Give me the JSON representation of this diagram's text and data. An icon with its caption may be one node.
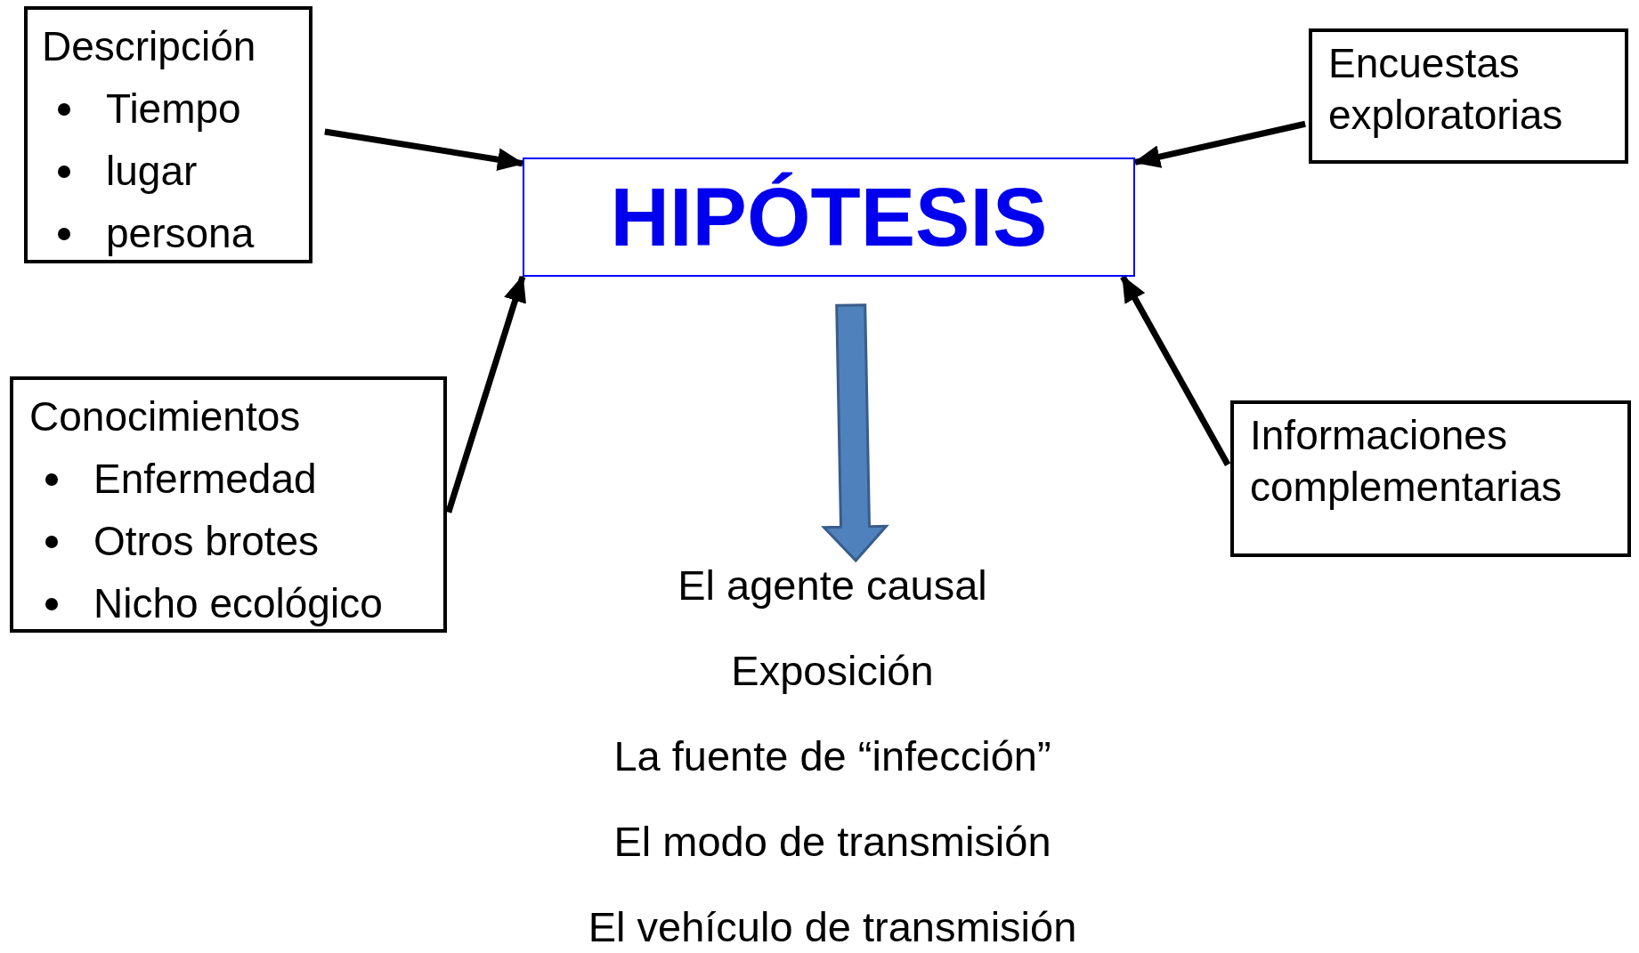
{
  "diagram": {
    "nodes": [
      {
        "text": [
          "Descripción",
          "Tiempo",
          "lugar",
          "persona"
        ]
      },
      {
        "text": [
          "HIPÓTESIS"
        ]
      },
      {
        "text": [
          "Encuestas exploratorias"
        ]
      },
      {
        "text": [
          "Conocimientos",
          "Enfermedad",
          "Otros brotes",
          "Nicho ecológico"
        ]
      },
      {
        "text": [
          "Informaciones complementarias"
        ]
      },
      {
        "text": [
          "El agente causal",
          "Exposición",
          "La fuente de “infección”",
          "El modo de transmisión",
          "El vehículo de transmisión"
        ]
      }
    ],
    "edges": [
      {
        "from": 0,
        "to": 1,
        "arrow": "to"
      },
      {
        "from": 2,
        "to": 1,
        "arrow": "to"
      },
      {
        "from": 3,
        "to": 1,
        "arrow": "to"
      },
      {
        "from": 4,
        "to": 1,
        "arrow": "to"
      },
      {
        "from": 1,
        "to": 5,
        "arrow": "to",
        "style": "thick",
        "color": "#4f81bd"
      }
    ]
  }
}
